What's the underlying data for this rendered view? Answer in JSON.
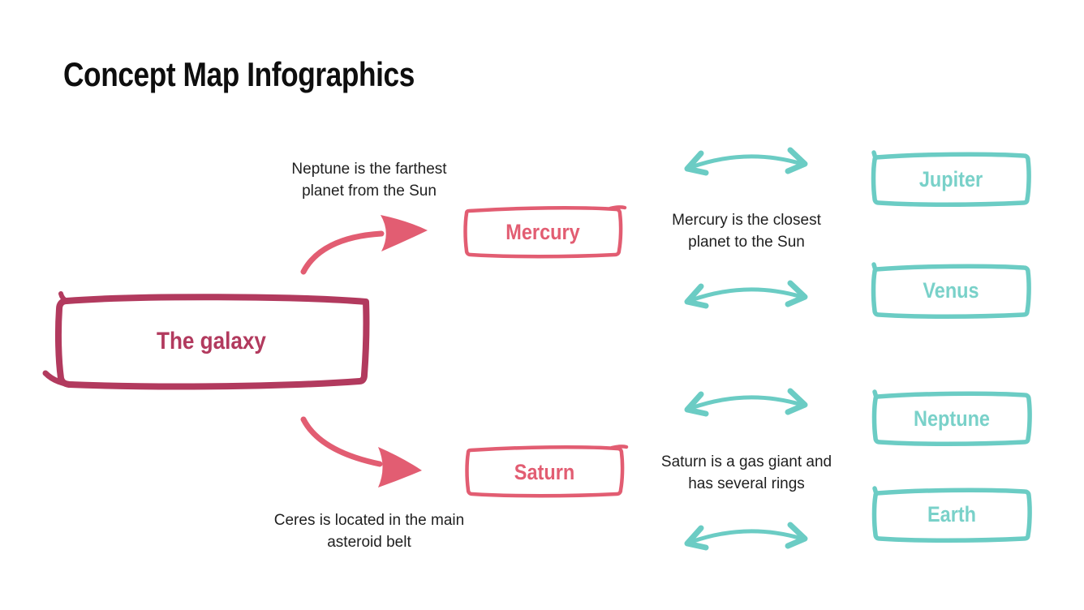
{
  "slide": {
    "title": "Concept Map Infographics",
    "background_color": "#ffffff"
  },
  "palette": {
    "root_color": "#b23a5e",
    "branch_color": "#e25d72",
    "leaf_stroke_color": "#6bccc4",
    "leaf_text_color": "#79d1c9",
    "annotation_text_color": "#1f1f1f",
    "title_color": "#0e0e0e"
  },
  "concept_map": {
    "root": {
      "label": "The galaxy"
    },
    "branches": [
      {
        "label": "Mercury"
      },
      {
        "label": "Saturn"
      }
    ],
    "leaves": [
      {
        "label": "Jupiter"
      },
      {
        "label": "Venus"
      },
      {
        "label": "Neptune"
      },
      {
        "label": "Earth"
      }
    ],
    "annotations": [
      {
        "lines": [
          "Neptune is the farthest",
          "planet from the Sun"
        ]
      },
      {
        "lines": [
          "Mercury is the closest",
          "planet to the Sun"
        ]
      },
      {
        "lines": [
          "Saturn is a gas giant and",
          "has several rings"
        ]
      },
      {
        "lines": [
          "Ceres is located in the main",
          "asteroid belt"
        ]
      }
    ]
  },
  "icons": {
    "curved_arrow_up": "hand-drawn pink curved arrow pointing up-right",
    "curved_arrow_down": "hand-drawn pink curved arrow pointing down-right",
    "double_headed_arrow": "hand-drawn teal double-headed curved arc arrow"
  }
}
